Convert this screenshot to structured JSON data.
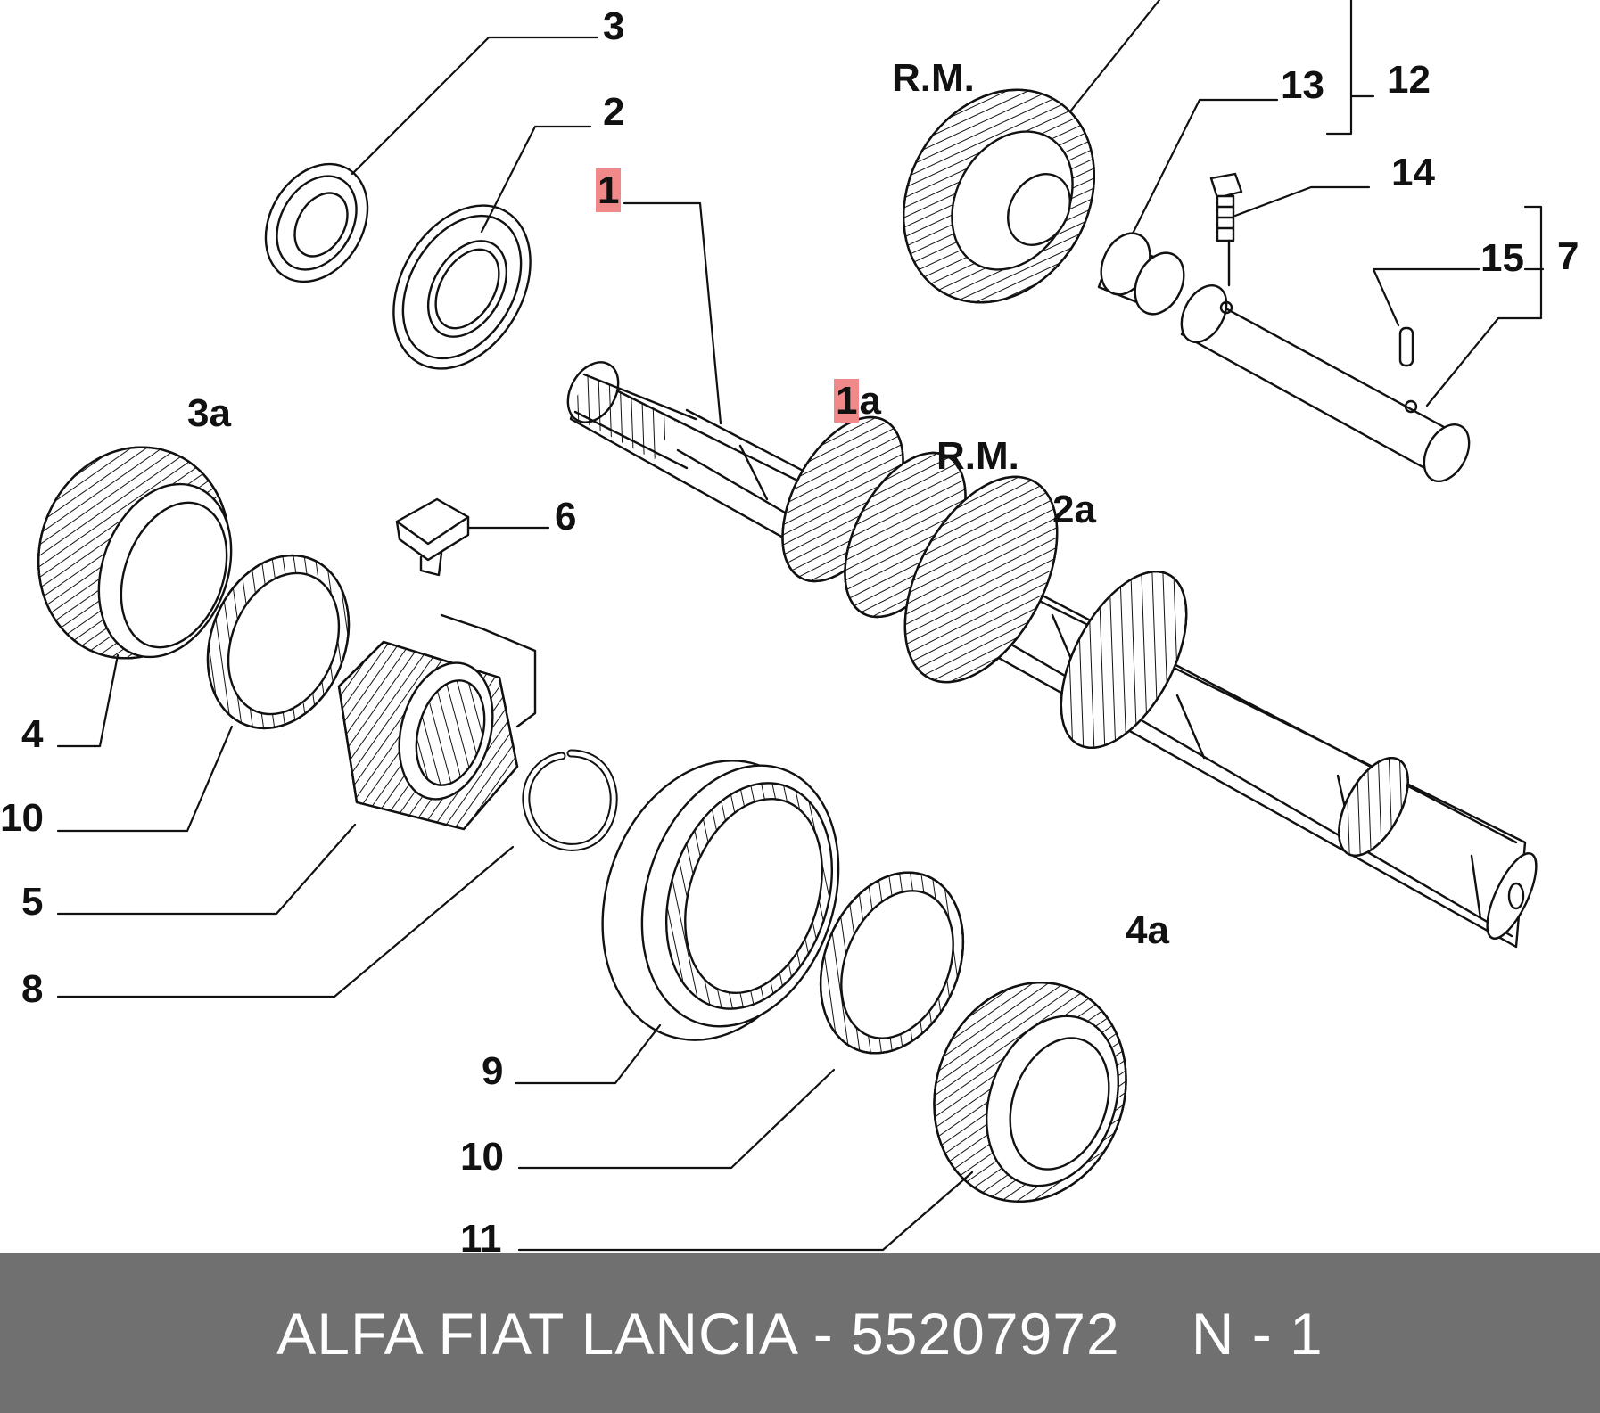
{
  "callouts": {
    "c1": "1",
    "c1a": "1",
    "c1a_suffix": "a",
    "c2": "2",
    "c2a": "2a",
    "c3": "3",
    "c3a": "3a",
    "c4": "4",
    "c4a": "4a",
    "c5": "5",
    "c6": "6",
    "c7": "7",
    "c8": "8",
    "c9": "9",
    "c10_left": "10",
    "c10_bottom": "10",
    "c11": "11",
    "c12": "12",
    "c13": "13",
    "c14": "14",
    "c15": "15",
    "rm_top": "R.M.",
    "rm_shaft": "R.M."
  },
  "banner": {
    "brand_text": "ALFA FIAT LANCIA - 55207972",
    "code": "N - 1"
  },
  "colors": {
    "highlight": "#f08a8a",
    "banner_bg": "#707070",
    "banner_text": "#ffffff",
    "line": "#111111"
  }
}
